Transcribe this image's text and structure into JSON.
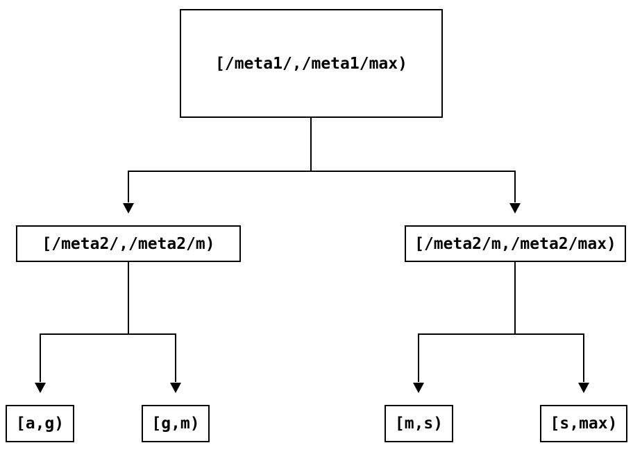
{
  "diagram": {
    "type": "binary-interval-tree",
    "root": {
      "label": "[/meta1/,/meta1/max)"
    },
    "level2": [
      {
        "label": "[/meta2/,/meta2/m)"
      },
      {
        "label": "[/meta2/m,/meta2/max)"
      }
    ],
    "leaves": [
      {
        "label": "[a,g)"
      },
      {
        "label": "[g,m)"
      },
      {
        "label": "[m,s)"
      },
      {
        "label": "[s,max)"
      }
    ],
    "colors": {
      "line": "#000000",
      "text": "#000000",
      "background": "#ffffff"
    }
  }
}
